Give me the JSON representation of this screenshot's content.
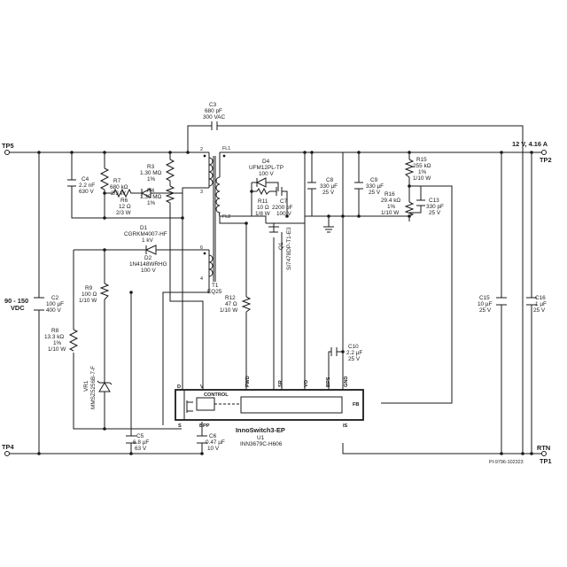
{
  "terminals": {
    "tp5": "TP5",
    "tp4": "TP4",
    "tp2": "TP2",
    "tp1": "TP1",
    "output": "12 V, 4.16 A",
    "rtn": "RTN",
    "input": [
      "90 - 150",
      "VDC"
    ]
  },
  "components": {
    "c3": [
      "C3",
      "680 pF",
      "300 VAC"
    ],
    "c4": [
      "C4",
      "2.2 nF",
      "630 V"
    ],
    "r7": [
      "R7",
      "680 kΩ",
      "2/3 W"
    ],
    "r3": [
      "R3",
      "1.30 MΩ",
      "1%"
    ],
    "r4": [
      "R4",
      "1.30 MΩ",
      "1%"
    ],
    "r6": [
      "R6",
      "12 Ω",
      "2/3 W"
    ],
    "d1": [
      "D1",
      "CGRKM4007-HF",
      "1 kV"
    ],
    "d2": [
      "D2",
      "1N4148WRHG",
      "100 V"
    ],
    "t1": [
      "T1",
      "EQ25"
    ],
    "d4": [
      "D4",
      "UFM12PL-TP",
      "100 V"
    ],
    "r11": [
      "R11",
      "10 Ω",
      "1/8 W"
    ],
    "c7": [
      "C7",
      "2200 pF",
      "100 V"
    ],
    "q1": [
      "Q1",
      "SI7478DP-T1-E3"
    ],
    "c8": [
      "C8",
      "330 µF",
      "25 V"
    ],
    "c9": [
      "C9",
      "330 µF",
      "25 V"
    ],
    "r15": [
      "R15",
      "255 kΩ",
      "1%",
      "1/10 W"
    ],
    "r16": [
      "R16",
      "29.4 kΩ",
      "1%",
      "1/10 W"
    ],
    "c13": [
      "C13",
      "330 pF",
      "25 V"
    ],
    "c2": [
      "C2",
      "100 µF",
      "400 V"
    ],
    "r9": [
      "R9",
      "100 Ω",
      "1/10 W"
    ],
    "r8": [
      "R8",
      "13.3 kΩ",
      "1%",
      "1/10 W"
    ],
    "vr1": [
      "VR1",
      "MMSZ5256B-7-F"
    ],
    "c5": [
      "C5",
      "6.8 µF",
      "63 V"
    ],
    "c6": [
      "C6",
      "0.47 µF",
      "10 V"
    ],
    "r12": [
      "R12",
      "47 Ω",
      "1/10 W"
    ],
    "c10": [
      "C10",
      "2.2 µF",
      "25 V"
    ],
    "c15": [
      "C15",
      "10 µF",
      "25 V"
    ],
    "c16": [
      "C16",
      "1 µF",
      "25 V"
    ]
  },
  "ic": {
    "name": "InnoSwitch3-EP",
    "ref": "U1",
    "part": "INN3679C-H606",
    "control": "CONTROL",
    "pins": {
      "d": "D",
      "v": "V",
      "s": "S",
      "bpp": "BPP",
      "fwd": "FWD",
      "sr": "SR",
      "vo": "VO",
      "bps": "BPS",
      "gnd": "GND",
      "fb": "FB",
      "is": "IS"
    }
  },
  "transformer_pins": {
    "p2": "2",
    "p3": "3",
    "p6": "6",
    "p4": "4",
    "fl1": "FL1",
    "fl2": "FL2"
  },
  "drawing_id": "PI-9796-102323"
}
